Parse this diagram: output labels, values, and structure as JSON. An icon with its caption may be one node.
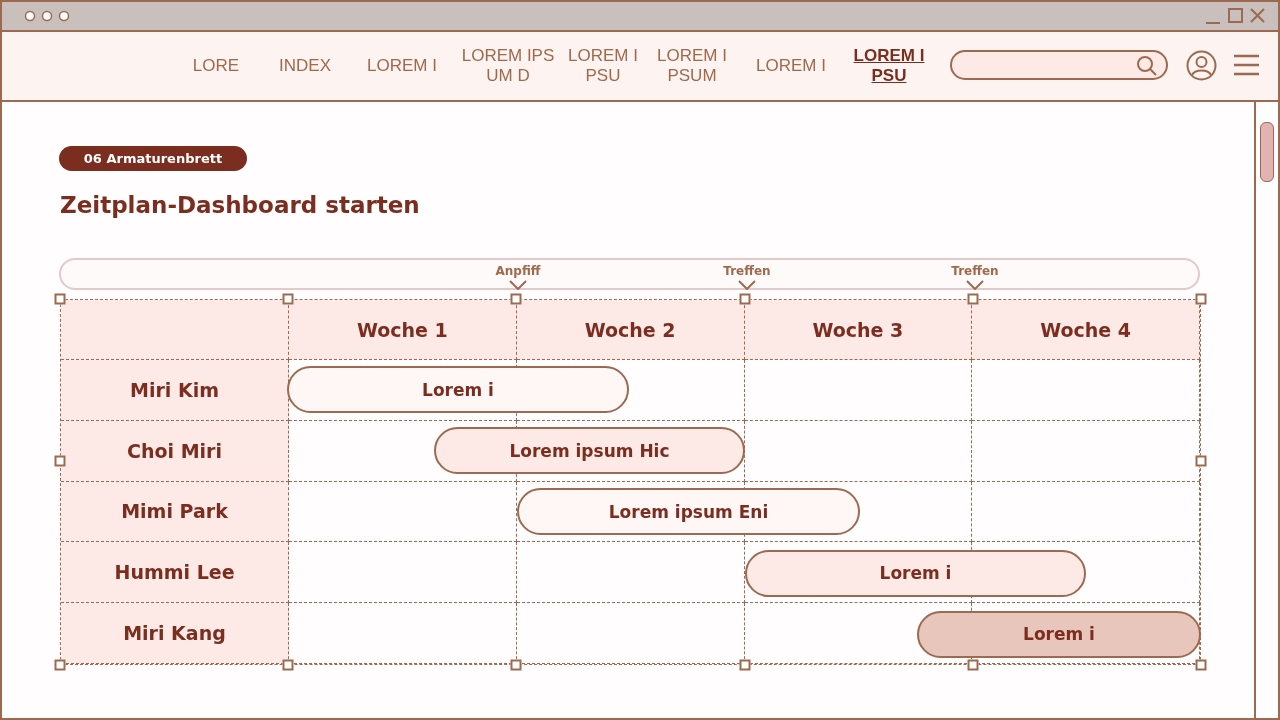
{
  "diagram": {
    "title": "Zeitplan-Dashboard starten",
    "nodes": [
      {
        "text": [
          "06 Armaturenbrett"
        ]
      },
      {
        "text": [
          "Anpfiff",
          "Treffen",
          "Treffen"
        ]
      },
      {
        "text": [
          "Lorem i"
        ]
      },
      {
        "text": [
          "Lorem ipsum Hic"
        ]
      },
      {
        "text": [
          "Lorem ipsum Eni"
        ]
      },
      {
        "text": [
          "Lorem i"
        ]
      },
      {
        "text": [
          "Lorem i"
        ]
      }
    ],
    "labels": [
      "LORE",
      "INDEX",
      "LOREM I",
      "LOREM IPS UM D",
      "LOREM I PSU",
      "LOREM I PSUM",
      "LOREM I",
      "LOREM I PSU",
      "Woche 1",
      "Woche 2",
      "Woche 3",
      "Woche 4",
      "Miri Kim",
      "Choi Miri",
      "Mimi Park",
      "Hummi Lee",
      "Miri Kang"
    ]
  }
}
